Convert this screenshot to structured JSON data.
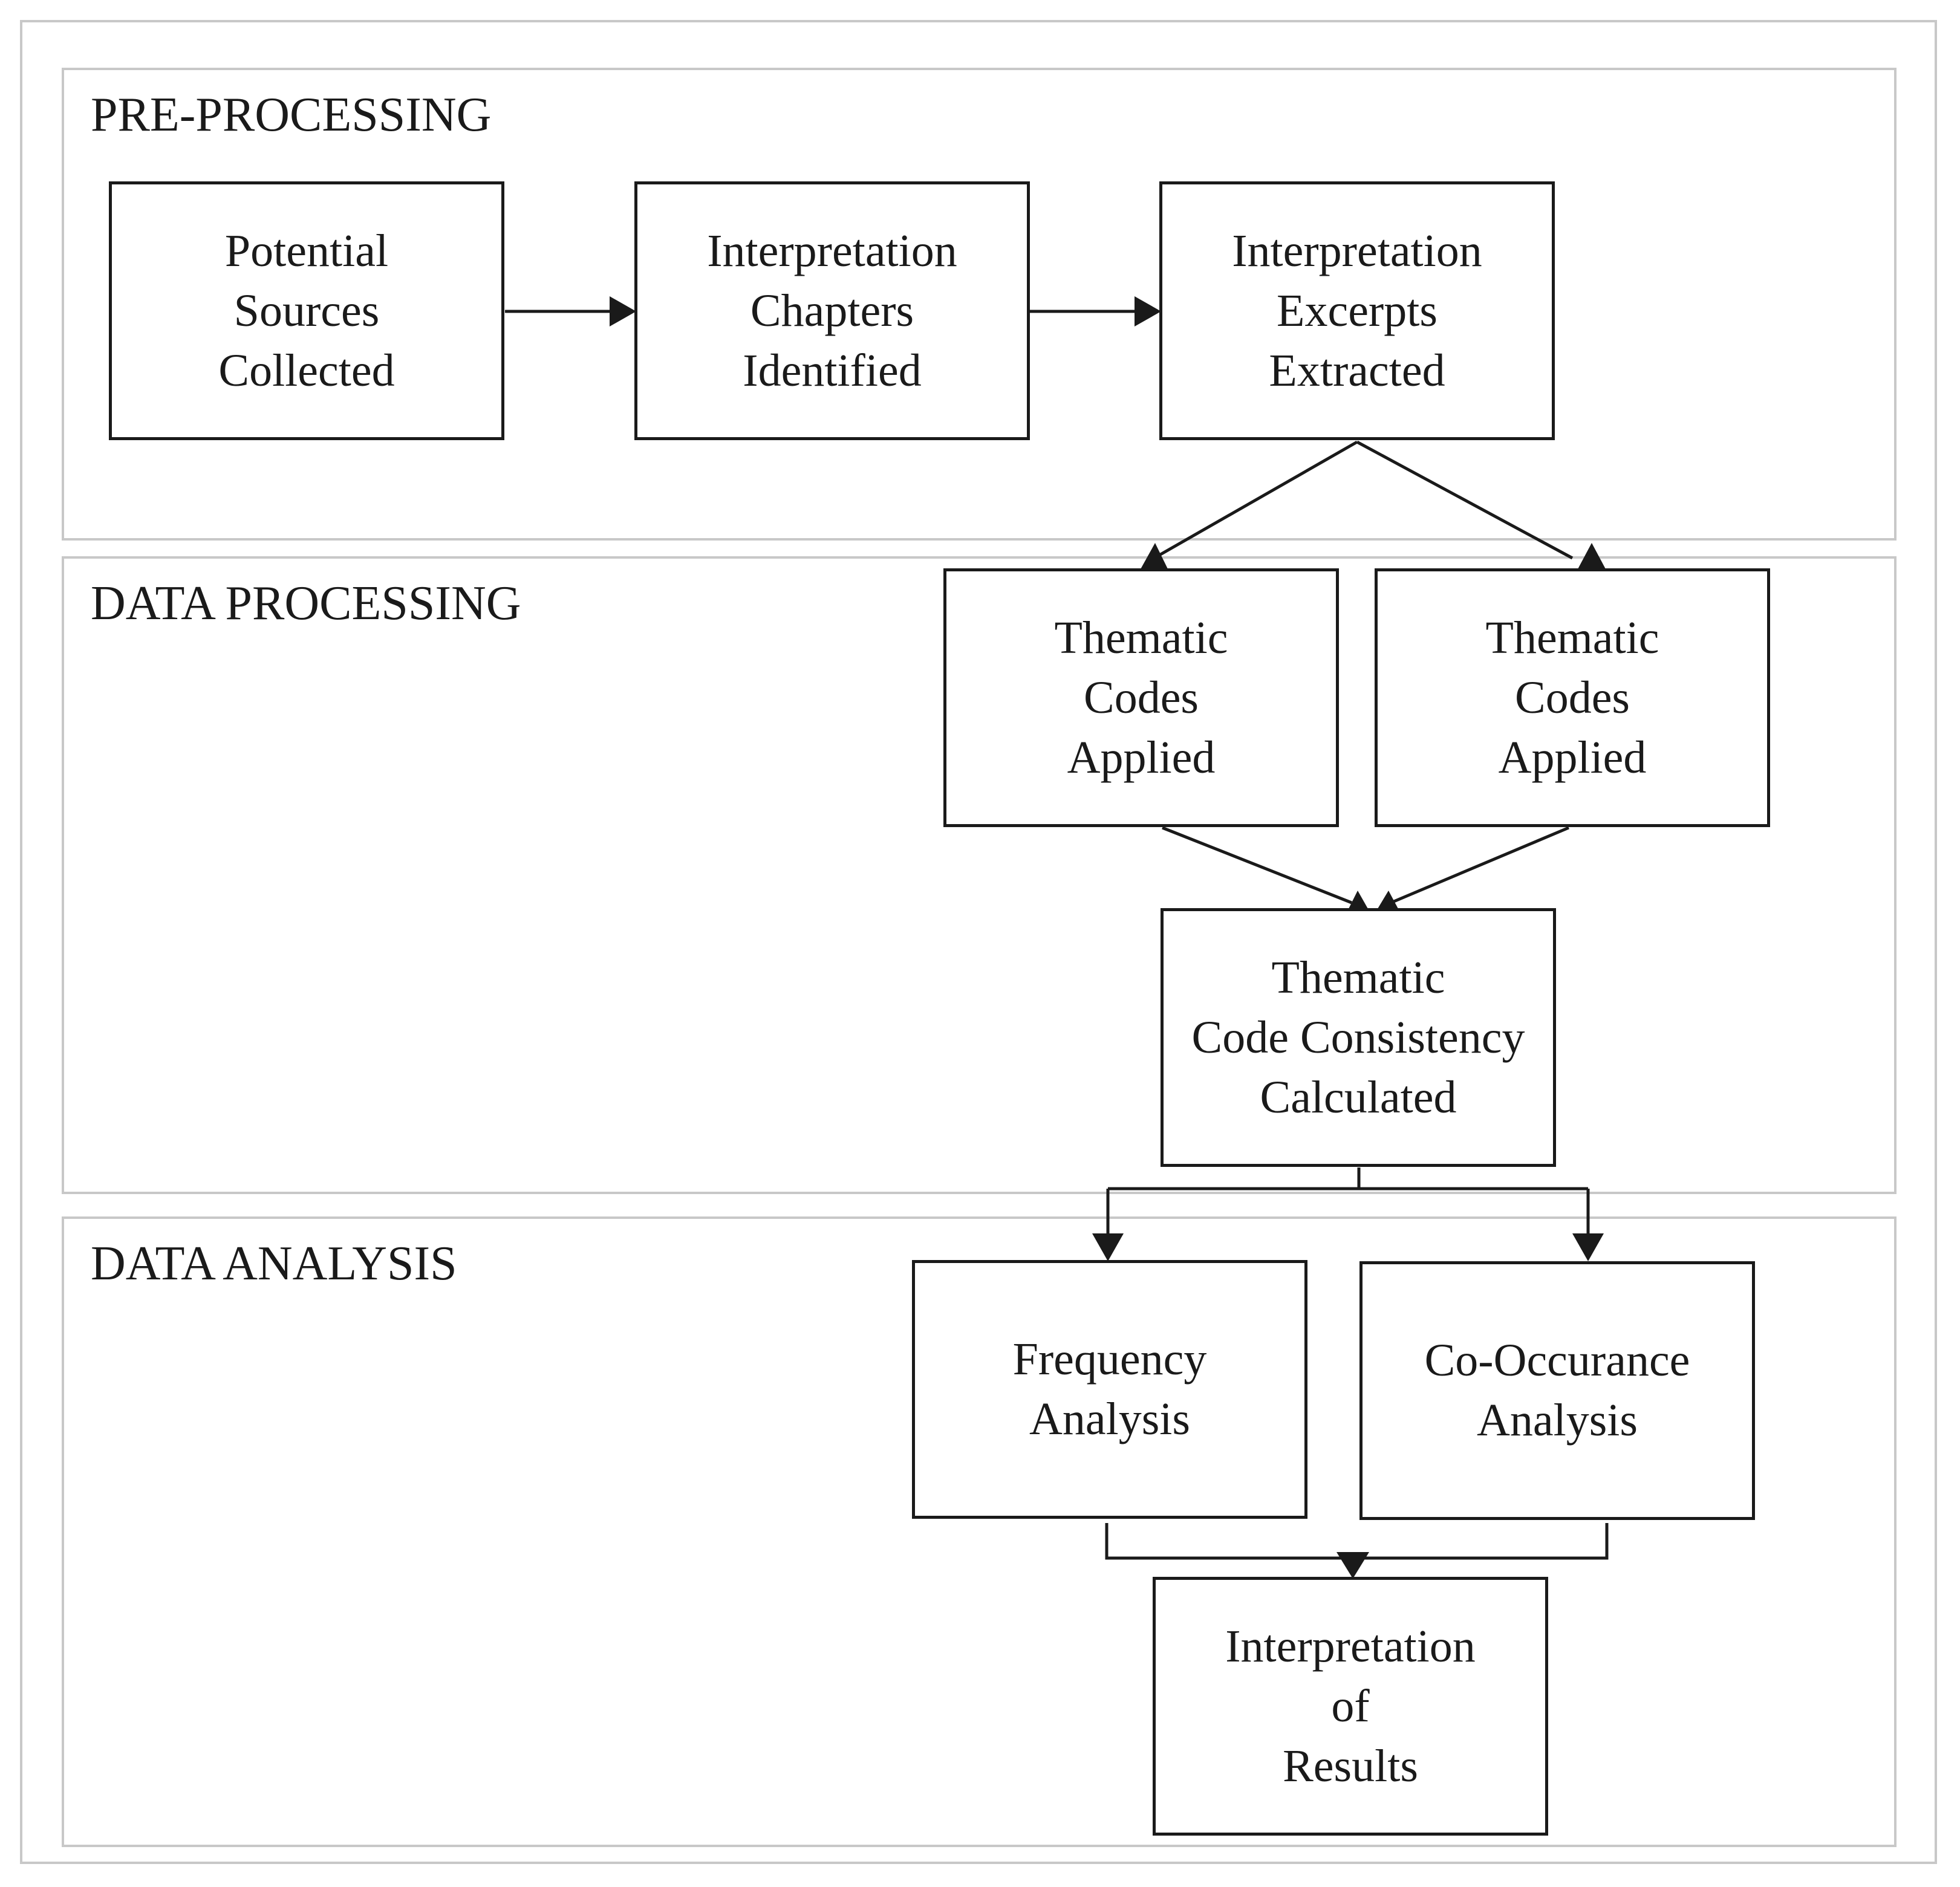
{
  "sections": {
    "pre_processing": "PRE-PROCESSING",
    "data_processing": "DATA PROCESSING",
    "data_analysis": "DATA ANALYSIS"
  },
  "boxes": {
    "potential_sources": "Potential\nSources\nCollected",
    "interpretation_chapters": "Interpretation\nChapters\nIdentified",
    "interpretation_excerpts": "Interpretation\nExcerpts\nExtracted",
    "thematic_codes_1": "Thematic\nCodes\nApplied",
    "thematic_codes_2": "Thematic\nCodes\nApplied",
    "code_consistency": "Thematic\nCode Consistency\nCalculated",
    "frequency_analysis": "Frequency\nAnalysis",
    "cooccurance_analysis": "Co-Occurance\nAnalysis",
    "interpretation_results": "Interpretation\nof\nResults"
  },
  "colors": {
    "stroke": "#1a1a1a",
    "section_border": "#c8c8c8",
    "background": "#ffffff"
  }
}
